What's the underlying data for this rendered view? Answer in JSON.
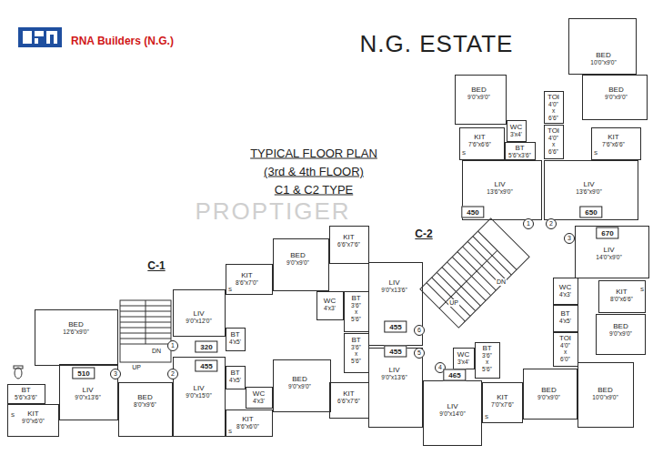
{
  "diagram": {
    "title": "N.G. ESTATE",
    "nodes": [
      {
        "text": [
          "BED",
          "10'0\"x9'0\""
        ]
      },
      {
        "text": [
          "BED",
          "9'0\"x9'0\""
        ]
      },
      {
        "text": [
          "TOI",
          "4'0\" x 6'6\""
        ]
      },
      {
        "text": [
          "BED",
          "9'0\"x9'0\""
        ]
      },
      {
        "text": [
          "WC",
          "3'x4'"
        ]
      },
      {
        "text": [
          "TOI",
          "4'0\" x 6'6\""
        ]
      },
      {
        "text": [
          "KIT",
          "7'6\"x6'6\""
        ]
      },
      {
        "text": [
          "KIT",
          "7'6\"x6'6\""
        ]
      },
      {
        "text": [
          "BT",
          "5'6\"x3'6\""
        ]
      },
      {
        "text": [
          "LIV",
          "13'6\"x9'0\""
        ]
      },
      {
        "text": [
          "LIV",
          "13'6\"x9'0\""
        ]
      },
      {
        "text": [
          "KIT",
          "6'6\"x7'6\""
        ]
      },
      {
        "text": [
          "LIV",
          "14'0\"x9'0\""
        ]
      },
      {
        "text": [
          "BED",
          "9'0\"x9'0\""
        ]
      },
      {
        "text": [
          "KIT",
          "8'6\"x7'0\""
        ]
      },
      {
        "text": [
          "LIV",
          "9'0\"x13'6\""
        ]
      },
      {
        "text": [
          "WC",
          "4'x3'"
        ]
      },
      {
        "text": [
          "KIT",
          "8'0\"x6'6\""
        ]
      },
      {
        "text": [
          "LIV",
          "9'0\"x12'0\""
        ]
      },
      {
        "text": [
          "WC",
          "4'x3'"
        ]
      },
      {
        "text": [
          "BT",
          "3'6\" x 5'6\""
        ]
      },
      {
        "text": [
          "BT",
          "4'x5'"
        ]
      },
      {
        "text": [
          "BED",
          "12'6\"x9'0\""
        ]
      },
      {
        "text": [
          "BED",
          "9'0\"x9'0\""
        ]
      },
      {
        "text": [
          "BT",
          "4'x5'"
        ]
      },
      {
        "text": [
          "BT",
          "3'6\" x 5'6\""
        ]
      },
      {
        "text": [
          "TOI",
          "4'0\" x 6'0\""
        ]
      },
      {
        "text": [
          "WC",
          "3'x4'"
        ]
      },
      {
        "text": [
          "BT",
          "3'6\" x 5'6\""
        ]
      },
      {
        "text": [
          "LIV",
          "9'0\"x13'6\""
        ]
      },
      {
        "text": [
          "BED",
          "9'0\"x9'0\""
        ]
      },
      {
        "text": [
          "BT",
          "4'x5'"
        ]
      },
      {
        "text": [
          "LIV",
          "9'0\"x13'6\""
        ]
      },
      {
        "text": [
          "LIV",
          "9'0\"x15'0\""
        ]
      },
      {
        "text": [
          "BED",
          "10'0\"x9'0\""
        ]
      },
      {
        "text": [
          "BED",
          "9'0\"x9'0\""
        ]
      },
      {
        "text": [
          "LIV",
          "9'0\"x14'0\""
        ]
      },
      {
        "text": [
          "KIT",
          "6'6\"x7'6\""
        ]
      },
      {
        "text": [
          "KIT",
          "7'0\"x7'6\""
        ]
      },
      {
        "text": [
          "BT",
          "5'6\"x3'6\""
        ]
      },
      {
        "text": [
          "WC",
          "4'x3'"
        ]
      },
      {
        "text": [
          "BED",
          "8'0\"x9'6\""
        ]
      },
      {
        "text": [
          "KIT",
          "9'0\"x6'0\""
        ]
      },
      {
        "text": [
          "KIT",
          "8'6\"x6'0\""
        ]
      }
    ],
    "labels": [
      "RNA Builders (N.G.)",
      "TYPICAL FLOOR PLAN",
      "(3rd & 4th FLOOR)",
      "C1 & C2 TYPE",
      "PROPTIGER",
      "C-2",
      "450",
      "650",
      "1",
      "2",
      "3",
      "670",
      "C-1",
      "DN",
      "UP",
      "6",
      "455",
      "455",
      "5",
      "DN",
      "1",
      "320",
      "UP",
      "4",
      "455",
      "2",
      "3",
      "510",
      "465",
      "S",
      "S",
      "S",
      "S",
      "S",
      "S",
      "S"
    ]
  }
}
